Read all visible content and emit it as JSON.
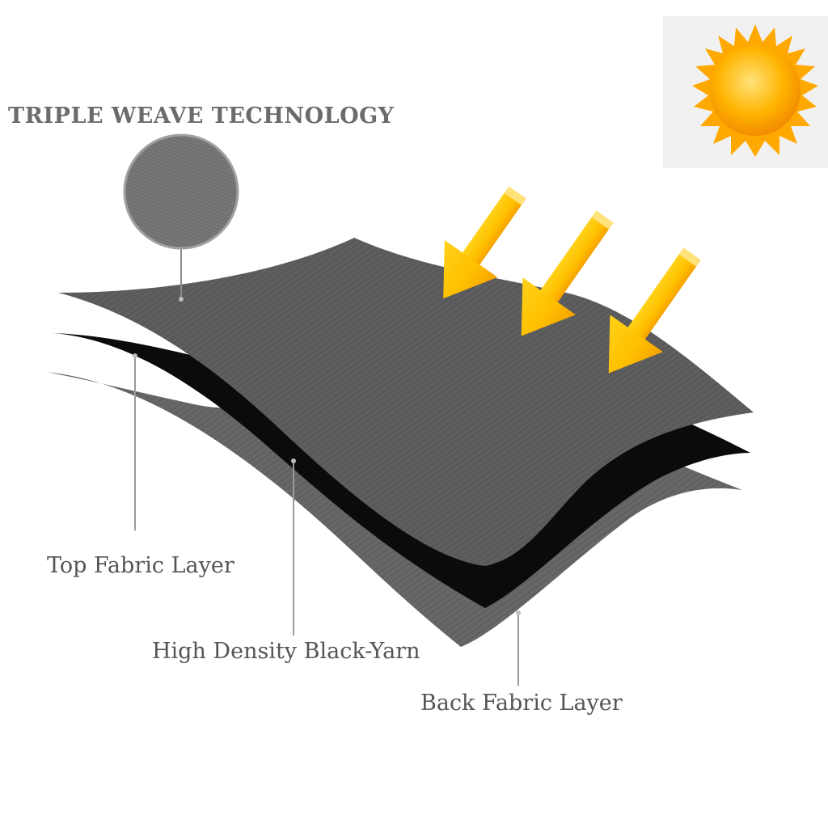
{
  "heading": "TRIPLE WEAVE TECHNOLOGY",
  "layers": [
    {
      "label": "Top Fabric Layer"
    },
    {
      "label": "High Density Black-Yarn"
    },
    {
      "label": "Back Fabric Layer"
    }
  ],
  "icons": [
    "sun-icon",
    "sunlight-arrow-icon",
    "fabric-swatch-icon"
  ],
  "colors": {
    "fabric_gray": "#5c5c5c",
    "black_yarn": "#0a0a0a",
    "back_gray": "#666666",
    "sun": "#ffb300",
    "arrow": "#ffc400",
    "heading": "#6b6b6b",
    "label": "#555555"
  }
}
